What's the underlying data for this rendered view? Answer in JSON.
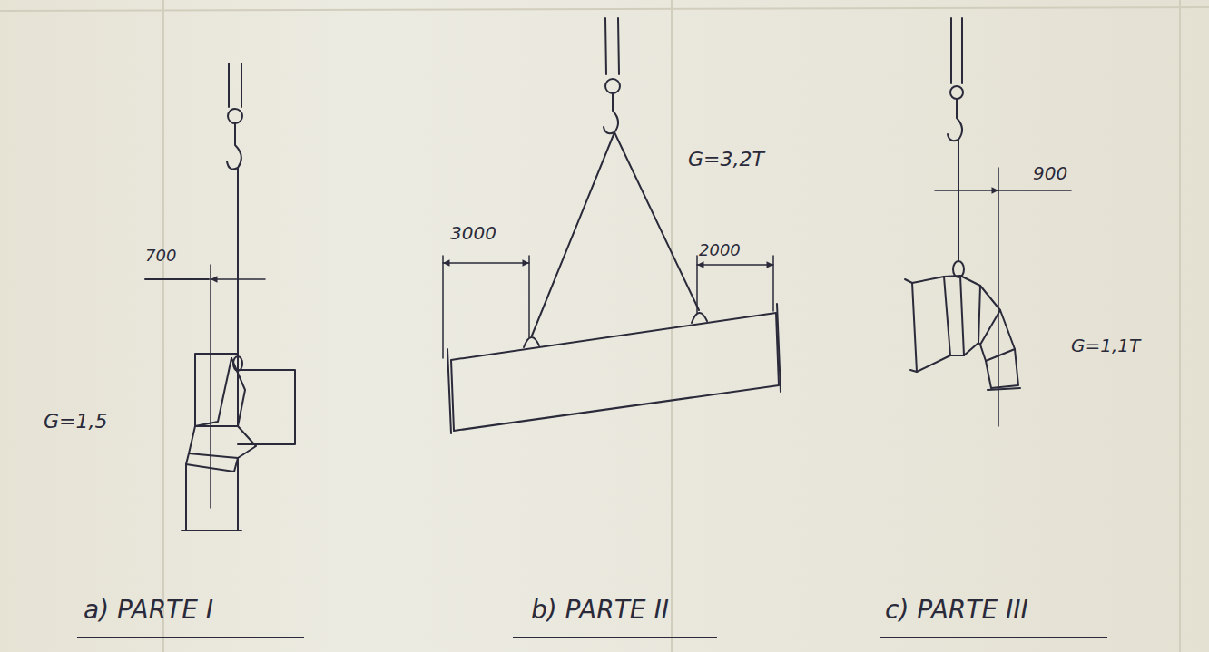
{
  "diagram": {
    "labels": [
      "G=1,5",
      "700",
      "3000",
      "2000",
      "G=3,2T",
      "900",
      "G=1,1T",
      "a) PARTE I",
      "b) PARTE II",
      "c) PARTE III"
    ]
  }
}
